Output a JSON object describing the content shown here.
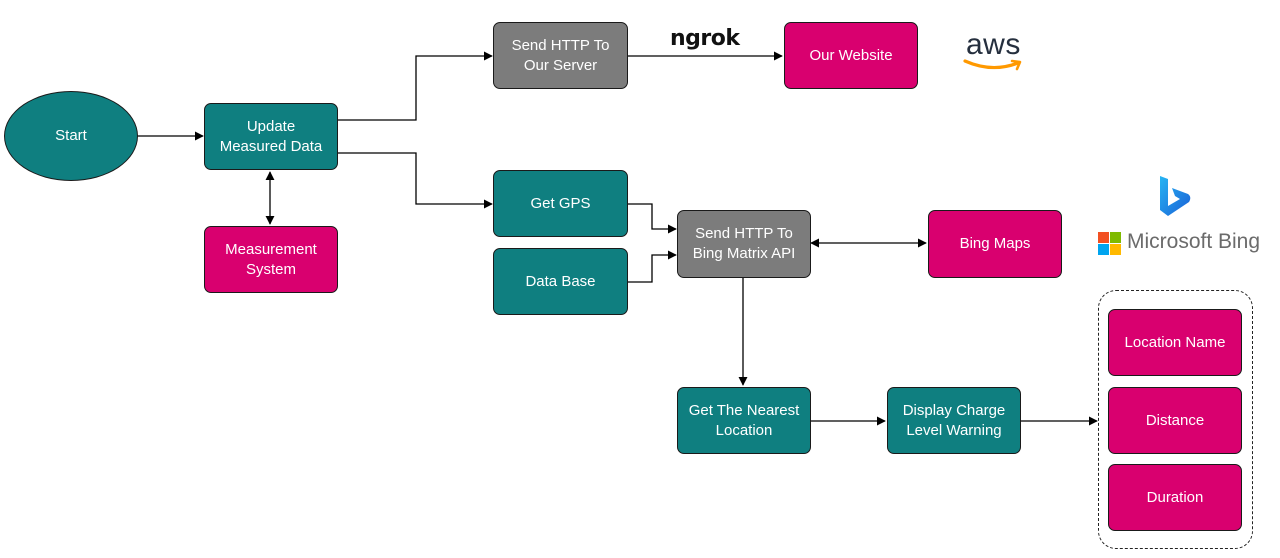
{
  "nodes": {
    "start": "Start",
    "update": "Update\nMeasured Data",
    "measurement": "Measurement\nSystem",
    "send_server": "Send HTTP To\nOur Server",
    "website": "Our Website",
    "get_gps": "Get GPS",
    "database": "Data Base",
    "send_bing": "Send HTTP To\nBing Matrix API",
    "bing_maps": "Bing Maps",
    "nearest": "Get The Nearest\nLocation",
    "display": "Display Charge\nLevel Warning",
    "location_name": "Location Name",
    "distance": "Distance",
    "duration": "Duration"
  },
  "logos": {
    "ngrok": "ngrok",
    "aws": "aws",
    "microsoft_bing": "Microsoft Bing"
  },
  "colors": {
    "teal": "#0f7f80",
    "pink": "#d9006f",
    "gray": "#7c7c7c",
    "aws_orange": "#ff9900",
    "bing_blue": "#1e90e6",
    "ms_red": "#f25022",
    "ms_green": "#7fba00",
    "ms_blue": "#00a4ef",
    "ms_yellow": "#ffb900"
  }
}
